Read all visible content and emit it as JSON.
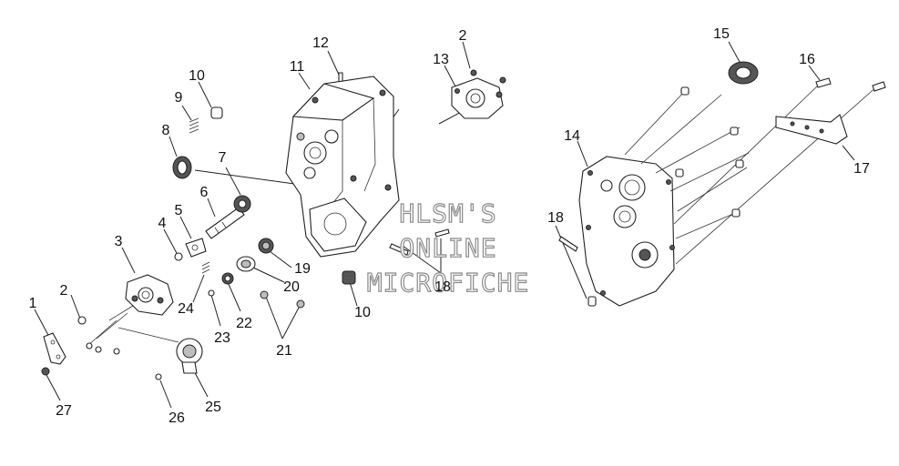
{
  "watermark": {
    "line1": "HLSM'S",
    "line2": "ONLINE",
    "line3": "MICROFICHE"
  },
  "callouts": [
    {
      "id": "c1",
      "label": "1"
    },
    {
      "id": "c2a",
      "label": "2"
    },
    {
      "id": "c2b",
      "label": "2"
    },
    {
      "id": "c3",
      "label": "3"
    },
    {
      "id": "c4",
      "label": "4"
    },
    {
      "id": "c5",
      "label": "5"
    },
    {
      "id": "c6",
      "label": "6"
    },
    {
      "id": "c7",
      "label": "7"
    },
    {
      "id": "c8",
      "label": "8"
    },
    {
      "id": "c9",
      "label": "9"
    },
    {
      "id": "c10a",
      "label": "10"
    },
    {
      "id": "c10b",
      "label": "10"
    },
    {
      "id": "c11",
      "label": "11"
    },
    {
      "id": "c12",
      "label": "12"
    },
    {
      "id": "c13",
      "label": "13"
    },
    {
      "id": "c14",
      "label": "14"
    },
    {
      "id": "c15",
      "label": "15"
    },
    {
      "id": "c16",
      "label": "16"
    },
    {
      "id": "c17",
      "label": "17"
    },
    {
      "id": "c18a",
      "label": "18"
    },
    {
      "id": "c18b",
      "label": "18"
    },
    {
      "id": "c19",
      "label": "19"
    },
    {
      "id": "c20",
      "label": "20"
    },
    {
      "id": "c21",
      "label": "21"
    },
    {
      "id": "c22",
      "label": "22"
    },
    {
      "id": "c23",
      "label": "23"
    },
    {
      "id": "c24",
      "label": "24"
    },
    {
      "id": "c25",
      "label": "25"
    },
    {
      "id": "c26",
      "label": "26"
    },
    {
      "id": "c27",
      "label": "27"
    }
  ]
}
